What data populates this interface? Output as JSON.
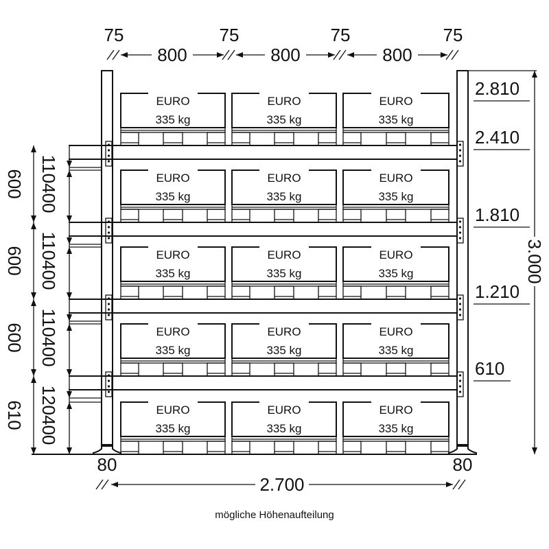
{
  "top_dimensions": {
    "gaps": [
      "75",
      "75",
      "75",
      "75"
    ],
    "bays": [
      "800",
      "800",
      "800"
    ]
  },
  "pallet": {
    "label": "EURO",
    "load": "335 kg"
  },
  "levels": [
    {
      "height_label": "2.810"
    },
    {
      "height_label": "2.410"
    },
    {
      "height_label": "1.810"
    },
    {
      "height_label": "1.210"
    },
    {
      "height_label": "610"
    }
  ],
  "total_height": "3.000",
  "left_dimensions": [
    {
      "spacing": "600",
      "beam": "110",
      "clear": "400"
    },
    {
      "spacing": "600",
      "beam": "110",
      "clear": "400"
    },
    {
      "spacing": "600",
      "beam": "110",
      "clear": "400"
    },
    {
      "spacing": "610",
      "beam": "120",
      "clear": "400"
    }
  ],
  "footplate_width_left": "80",
  "footplate_width_right": "80",
  "total_width": "2.700",
  "caption": "mögliche Höhenaufteilung"
}
